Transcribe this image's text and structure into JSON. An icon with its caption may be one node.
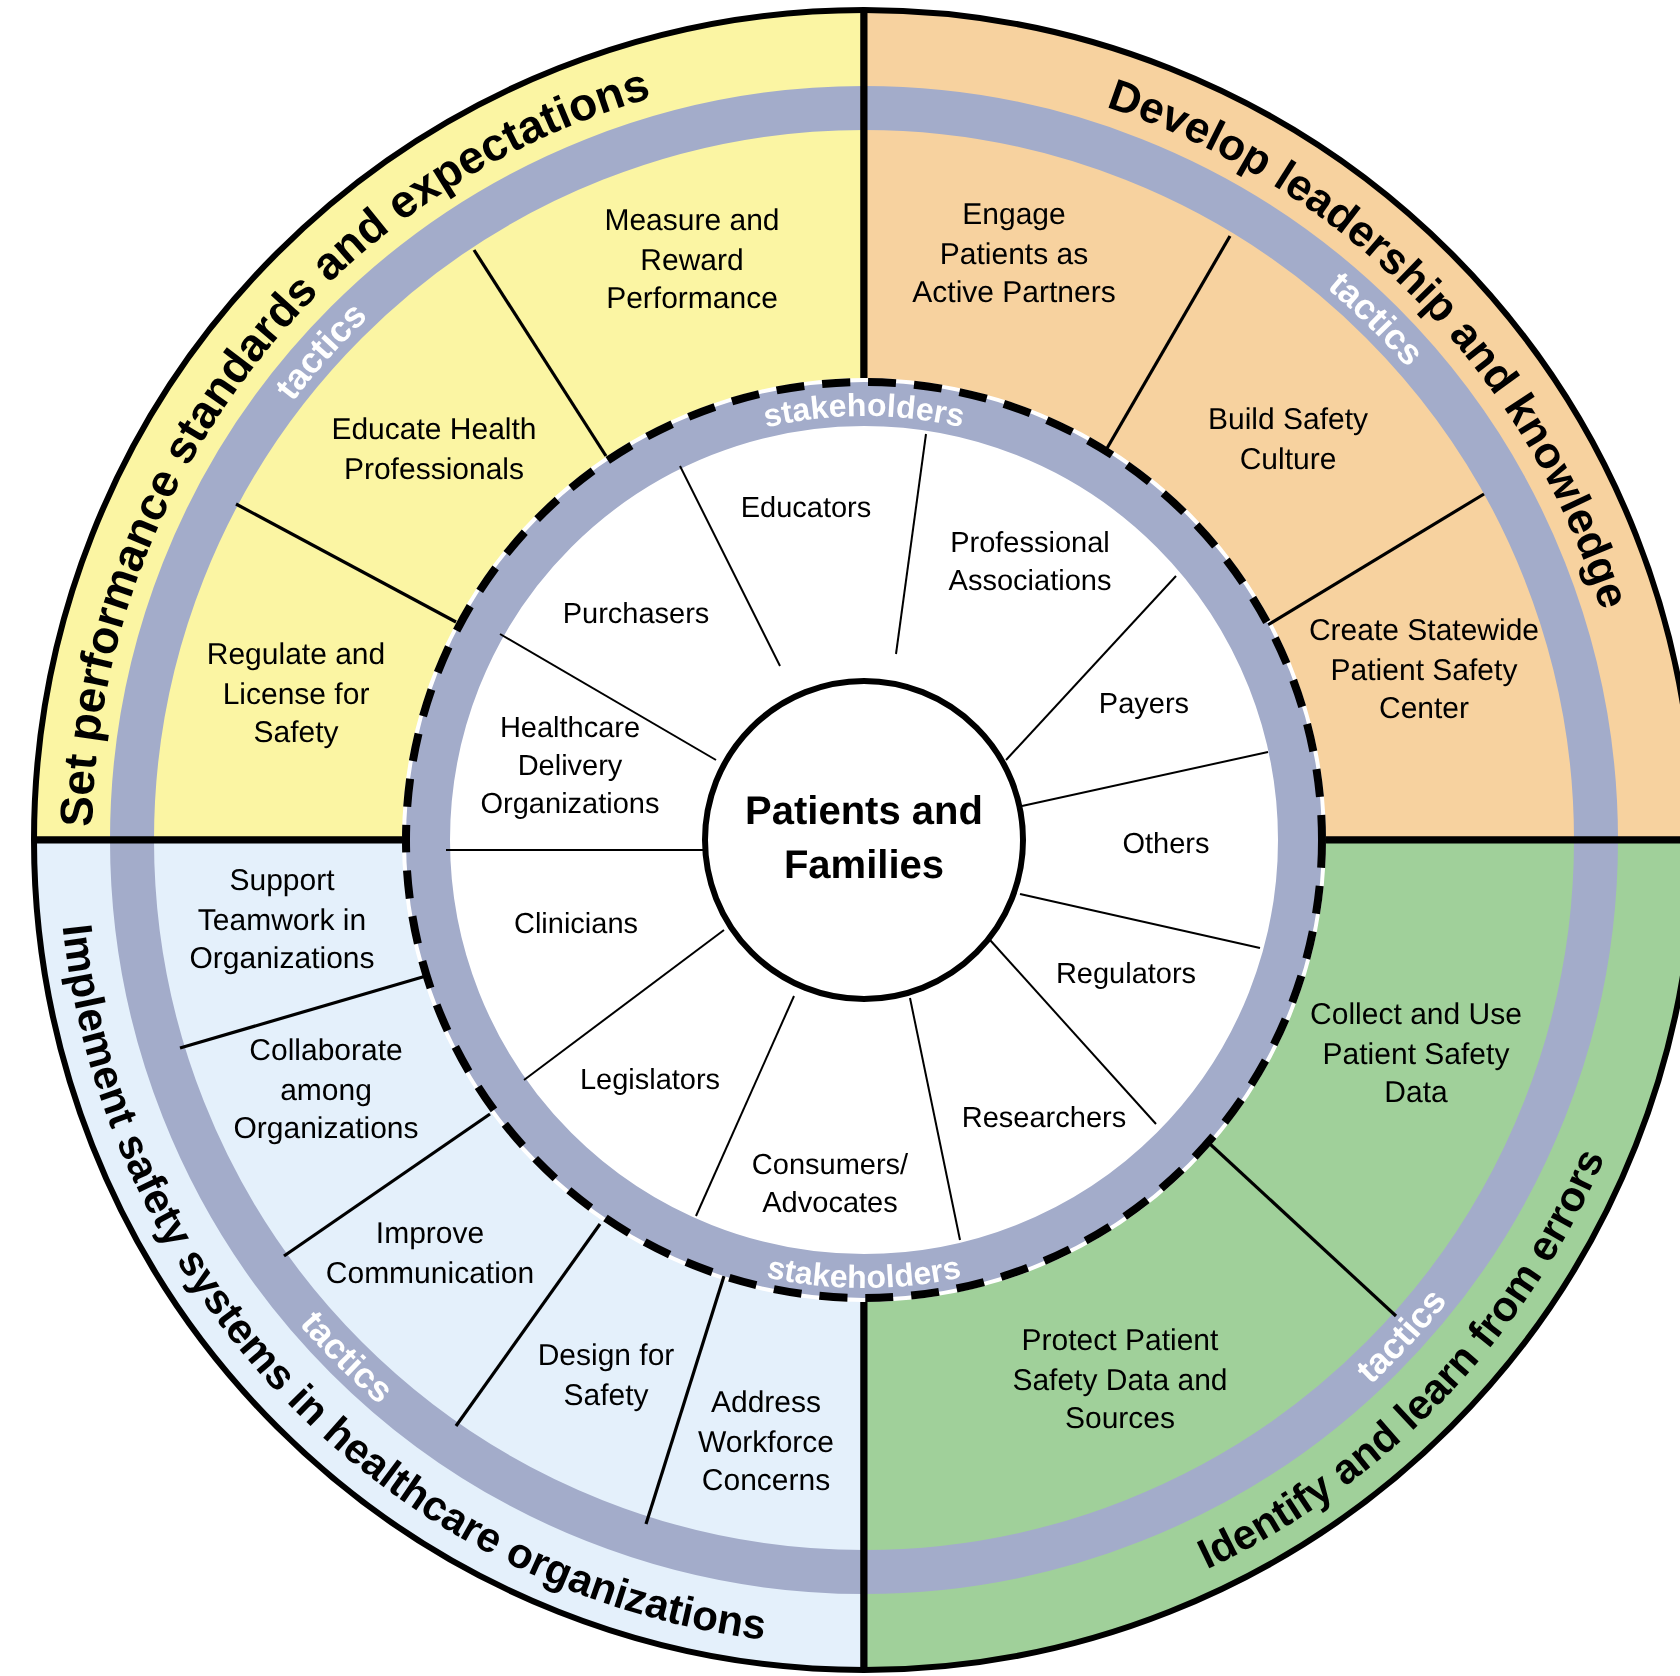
{
  "diagram": {
    "nodes": [
      {
        "text": [
          "Set performance standards and expectations"
        ]
      },
      {
        "text": [
          "Measure and Reward Performance"
        ],
        "in": 0
      },
      {
        "text": [
          "Educate Health Professionals"
        ],
        "in": 0
      },
      {
        "text": [
          "Regulate and License for Safety"
        ],
        "in": 0
      },
      {
        "text": [
          "Develop leadership and knowledge"
        ]
      },
      {
        "text": [
          "Engage Patients as Active Partners"
        ],
        "in": 4
      },
      {
        "text": [
          "Build Safety Culture"
        ],
        "in": 4
      },
      {
        "text": [
          "Create Statewide Patient Safety Center"
        ],
        "in": 4
      },
      {
        "text": [
          "Implement safety systems in healthcare organizations"
        ]
      },
      {
        "text": [
          "Support Teamwork in Organizations"
        ],
        "in": 8
      },
      {
        "text": [
          "Collaborate among Organizations"
        ],
        "in": 8
      },
      {
        "text": [
          "Improve Communication"
        ],
        "in": 8
      },
      {
        "text": [
          "Design for Safety"
        ],
        "in": 8
      },
      {
        "text": [
          "Address Workforce Concerns"
        ],
        "in": 8
      },
      {
        "text": [
          "Identify and learn from errors"
        ]
      },
      {
        "text": [
          "Collect and Use Patient Safety Data"
        ],
        "in": 14
      },
      {
        "text": [
          "Protect Patient Safety Data and Sources"
        ],
        "in": 14
      },
      {
        "text": [
          "Patients and Families"
        ]
      },
      {
        "text": [
          "Educators"
        ]
      },
      {
        "text": [
          "Professional Associations"
        ]
      },
      {
        "text": [
          "Payers"
        ]
      },
      {
        "text": [
          "Others"
        ]
      },
      {
        "text": [
          "Regulators"
        ]
      },
      {
        "text": [
          "Researchers"
        ]
      },
      {
        "text": [
          "Consumers/ Advocates"
        ]
      },
      {
        "text": [
          "Legislators"
        ]
      },
      {
        "text": [
          "Clinicians"
        ]
      },
      {
        "text": [
          "Healthcare Delivery Organizations"
        ]
      },
      {
        "text": [
          "Purchasers"
        ]
      }
    ],
    "labels": [
      "tactics",
      "stakeholders",
      "tactics",
      "tactics",
      "stakeholders",
      "tactics"
    ]
  }
}
